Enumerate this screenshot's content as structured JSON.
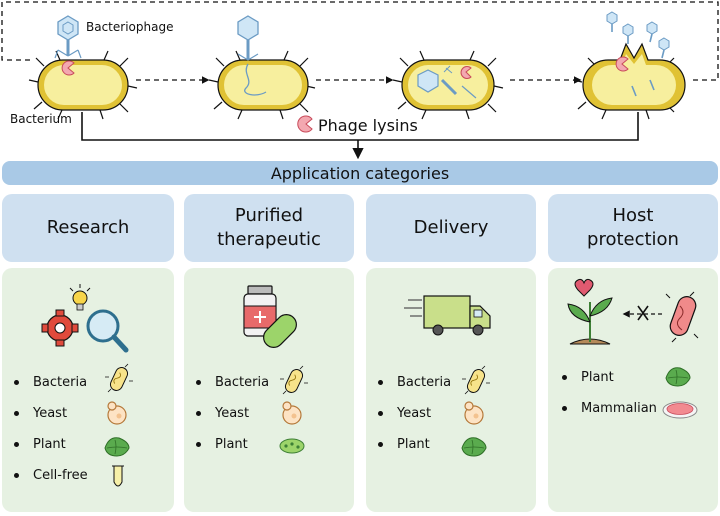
{
  "top": {
    "bacteriophage_label": "Bacteriophage",
    "bacterium_label": "Bacterium",
    "lysins_label": "Phage lysins"
  },
  "application_bar": "Application categories",
  "categories": [
    {
      "title": "Research",
      "items": [
        "Bacteria",
        "Yeast",
        "Plant",
        "Cell-free"
      ]
    },
    {
      "title": "Purified therapeutic",
      "items": [
        "Bacteria",
        "Yeast",
        "Plant"
      ]
    },
    {
      "title": "Delivery",
      "items": [
        "Bacteria",
        "Yeast",
        "Plant"
      ]
    },
    {
      "title": "Host protection",
      "items": [
        "Plant",
        "Mammalian"
      ]
    }
  ],
  "colors": {
    "cell_fill": "#f7ef9e",
    "cell_outline": "#d8b820",
    "phage": "#9cc8e8",
    "lysin": "#f2a0a8",
    "header_blue": "#cfe0f0",
    "bar_blue": "#a9c9e6",
    "body_green": "#e6f1e2",
    "leaf_green": "#5aab4e"
  }
}
